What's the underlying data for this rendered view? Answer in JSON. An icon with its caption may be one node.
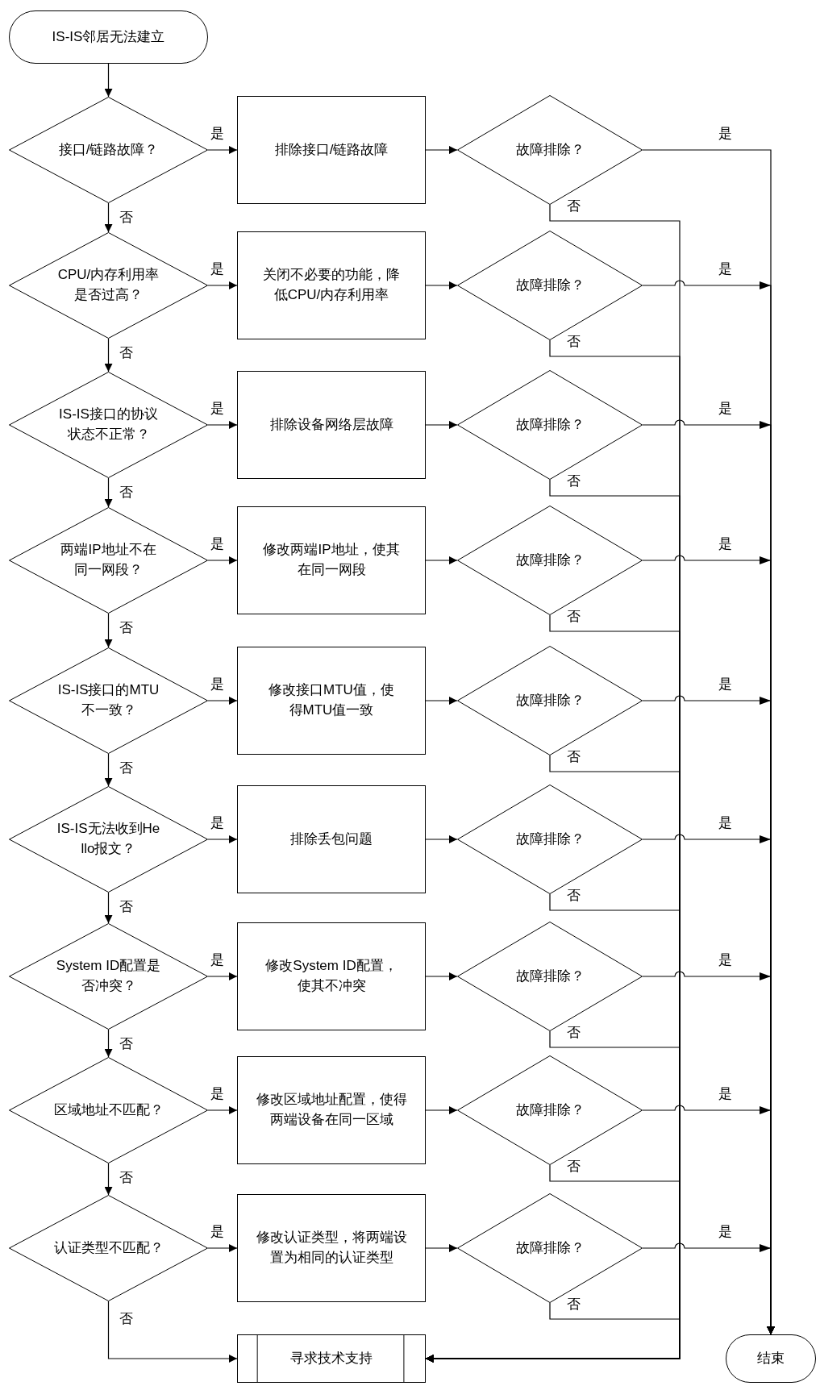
{
  "diagram": {
    "nodes": [
      {
        "text": [
          "IS-IS邻居无法建立"
        ]
      },
      {
        "text": [
          "接口/链路故障？"
        ]
      },
      {
        "text": [
          "排除接口/链路故障"
        ]
      },
      {
        "text": [
          "故障排除？"
        ]
      },
      {
        "text": [
          "CPU/内存利用率是否过高？"
        ]
      },
      {
        "text": [
          "关闭不必要的功能，降低CPU/内存利用率"
        ]
      },
      {
        "text": [
          "故障排除？"
        ]
      },
      {
        "text": [
          "IS-IS接口的协议状态不正常？"
        ]
      },
      {
        "text": [
          "排除设备网络层故障"
        ]
      },
      {
        "text": [
          "故障排除？"
        ]
      },
      {
        "text": [
          "两端IP地址不在同一网段？"
        ]
      },
      {
        "text": [
          "修改两端IP地址，使其在同一网段"
        ]
      },
      {
        "text": [
          "故障排除？"
        ]
      },
      {
        "text": [
          "IS-IS接口的MTU不一致？"
        ]
      },
      {
        "text": [
          "修改接口MTU值，使得MTU值一致"
        ]
      },
      {
        "text": [
          "故障排除？"
        ]
      },
      {
        "text": [
          "IS-IS无法收到Hello报文？"
        ]
      },
      {
        "text": [
          "排除丢包问题"
        ]
      },
      {
        "text": [
          "故障排除？"
        ]
      },
      {
        "text": [
          "System ID配置是否冲突？"
        ]
      },
      {
        "text": [
          "修改System ID配置，使其不冲突"
        ]
      },
      {
        "text": [
          "故障排除？"
        ]
      },
      {
        "text": [
          "区域地址不匹配？"
        ]
      },
      {
        "text": [
          "修改区域地址配置，使得两端设备在同一区域"
        ]
      },
      {
        "text": [
          "故障排除？"
        ]
      },
      {
        "text": [
          "认证类型不匹配？"
        ]
      },
      {
        "text": [
          "修改认证类型，将两端设置为相同的认证类型"
        ]
      },
      {
        "text": [
          "故障排除？"
        ]
      },
      {
        "text": [
          "寻求技术支持"
        ]
      },
      {
        "text": [
          "结束"
        ]
      }
    ],
    "edges": [
      {
        "from": 0,
        "to": 1,
        "arrow": "to"
      },
      {
        "from": 1,
        "to": 2,
        "arrow": "to",
        "label": "是"
      },
      {
        "from": 2,
        "to": 3,
        "arrow": "to"
      },
      {
        "from": 3,
        "to": 29,
        "arrow": "to",
        "label": "是"
      },
      {
        "from": 3,
        "to": 28,
        "arrow": "to",
        "label": "否"
      },
      {
        "from": 1,
        "to": 4,
        "arrow": "to",
        "label": "否"
      },
      {
        "from": 4,
        "to": 5,
        "arrow": "to",
        "label": "是"
      },
      {
        "from": 5,
        "to": 6,
        "arrow": "to"
      },
      {
        "from": 6,
        "to": 29,
        "arrow": "to",
        "label": "是"
      },
      {
        "from": 6,
        "to": 28,
        "arrow": "to",
        "label": "否"
      },
      {
        "from": 4,
        "to": 7,
        "arrow": "to",
        "label": "否"
      },
      {
        "from": 7,
        "to": 8,
        "arrow": "to",
        "label": "是"
      },
      {
        "from": 8,
        "to": 9,
        "arrow": "to"
      },
      {
        "from": 9,
        "to": 29,
        "arrow": "to",
        "label": "是"
      },
      {
        "from": 9,
        "to": 28,
        "arrow": "to",
        "label": "否"
      },
      {
        "from": 7,
        "to": 10,
        "arrow": "to",
        "label": "否"
      },
      {
        "from": 10,
        "to": 11,
        "arrow": "to",
        "label": "是"
      },
      {
        "from": 11,
        "to": 12,
        "arrow": "to"
      },
      {
        "from": 12,
        "to": 29,
        "arrow": "to",
        "label": "是"
      },
      {
        "from": 12,
        "to": 28,
        "arrow": "to",
        "label": "否"
      },
      {
        "from": 10,
        "to": 13,
        "arrow": "to",
        "label": "否"
      },
      {
        "from": 13,
        "to": 14,
        "arrow": "to",
        "label": "是"
      },
      {
        "from": 14,
        "to": 15,
        "arrow": "to"
      },
      {
        "from": 15,
        "to": 29,
        "arrow": "to",
        "label": "是"
      },
      {
        "from": 15,
        "to": 28,
        "arrow": "to",
        "label": "否"
      },
      {
        "from": 13,
        "to": 16,
        "arrow": "to",
        "label": "否"
      },
      {
        "from": 16,
        "to": 17,
        "arrow": "to",
        "label": "是"
      },
      {
        "from": 17,
        "to": 18,
        "arrow": "to"
      },
      {
        "from": 18,
        "to": 29,
        "arrow": "to",
        "label": "是"
      },
      {
        "from": 18,
        "to": 28,
        "arrow": "to",
        "label": "否"
      },
      {
        "from": 16,
        "to": 19,
        "arrow": "to",
        "label": "否"
      },
      {
        "from": 19,
        "to": 20,
        "arrow": "to",
        "label": "是"
      },
      {
        "from": 20,
        "to": 21,
        "arrow": "to"
      },
      {
        "from": 21,
        "to": 29,
        "arrow": "to",
        "label": "是"
      },
      {
        "from": 21,
        "to": 28,
        "arrow": "to",
        "label": "否"
      },
      {
        "from": 19,
        "to": 22,
        "arrow": "to",
        "label": "否"
      },
      {
        "from": 22,
        "to": 23,
        "arrow": "to",
        "label": "是"
      },
      {
        "from": 23,
        "to": 24,
        "arrow": "to"
      },
      {
        "from": 24,
        "to": 29,
        "arrow": "to",
        "label": "是"
      },
      {
        "from": 24,
        "to": 28,
        "arrow": "to",
        "label": "否"
      },
      {
        "from": 22,
        "to": 25,
        "arrow": "to",
        "label": "否"
      },
      {
        "from": 25,
        "to": 26,
        "arrow": "to",
        "label": "是"
      },
      {
        "from": 26,
        "to": 27,
        "arrow": "to"
      },
      {
        "from": 27,
        "to": 29,
        "arrow": "to",
        "label": "是"
      },
      {
        "from": 27,
        "to": 28,
        "arrow": "to",
        "label": "否"
      },
      {
        "from": 25,
        "to": 28,
        "arrow": "to",
        "label": "否"
      }
    ]
  }
}
